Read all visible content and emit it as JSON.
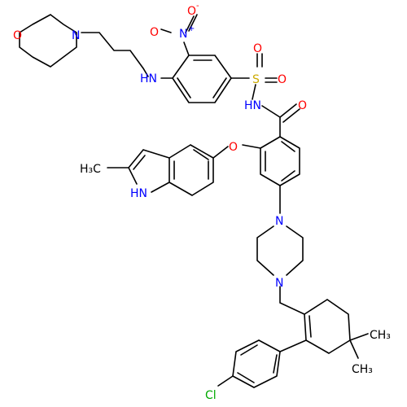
{
  "colors": {
    "bond": "#000000",
    "N": "#0000ff",
    "O": "#ff0000",
    "S": "#ccaa00",
    "Cl": "#00aa00",
    "C": "#000000"
  },
  "labels": {
    "morpholine_O": "O",
    "morpholine_N": "N",
    "amine_NH": "HN",
    "nitro_N": "N",
    "nitro_charge": "+",
    "nitro_O_upper": "O",
    "nitro_O_upper_charge": "-",
    "nitro_O_left": "O",
    "sulfonyl_S": "S",
    "sulfonyl_O_top": "O",
    "sulfonyl_O_right": "O",
    "sulfonamide_NH": "HN",
    "carbonyl_O": "O",
    "ether_O": "O",
    "methyl": "H₃C",
    "indole_NH": "HN",
    "piperazine_N_top": "N",
    "piperazine_N_bottom": "N",
    "chloro": "Cl",
    "methyl_upper": "CH₃",
    "methyl_lower": "CH₃"
  }
}
